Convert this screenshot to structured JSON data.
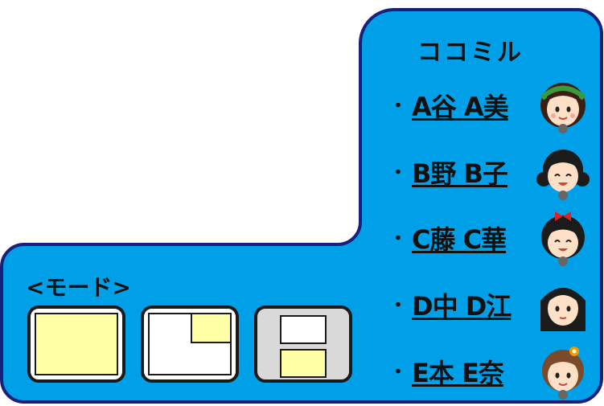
{
  "panel": {
    "title": "ココミル",
    "bg_color": "#00a0e9",
    "border_color": "#1a1f7a"
  },
  "members": [
    {
      "bullet": "・",
      "name": "A谷 A美",
      "avatar": "girl-green-headband-icon"
    },
    {
      "bullet": "・",
      "name": "B野 B子",
      "avatar": "girl-twin-tails-icon"
    },
    {
      "bullet": "・",
      "name": "C藤 C華",
      "avatar": "girl-red-bow-icon"
    },
    {
      "bullet": "・",
      "name": "D中 D江",
      "avatar": "girl-long-hair-icon"
    },
    {
      "bullet": "・",
      "name": "E本 E奈",
      "avatar": "girl-orange-flower-icon"
    }
  ],
  "modes": {
    "label": "<モード>",
    "options": [
      {
        "name": "single-view"
      },
      {
        "name": "picture-in-picture"
      },
      {
        "name": "split-view"
      }
    ]
  },
  "colors": {
    "pane_yellow": "#ffffa6",
    "pane_white": "#ffffff",
    "selected_mode_bg": "#d9d9d9"
  }
}
